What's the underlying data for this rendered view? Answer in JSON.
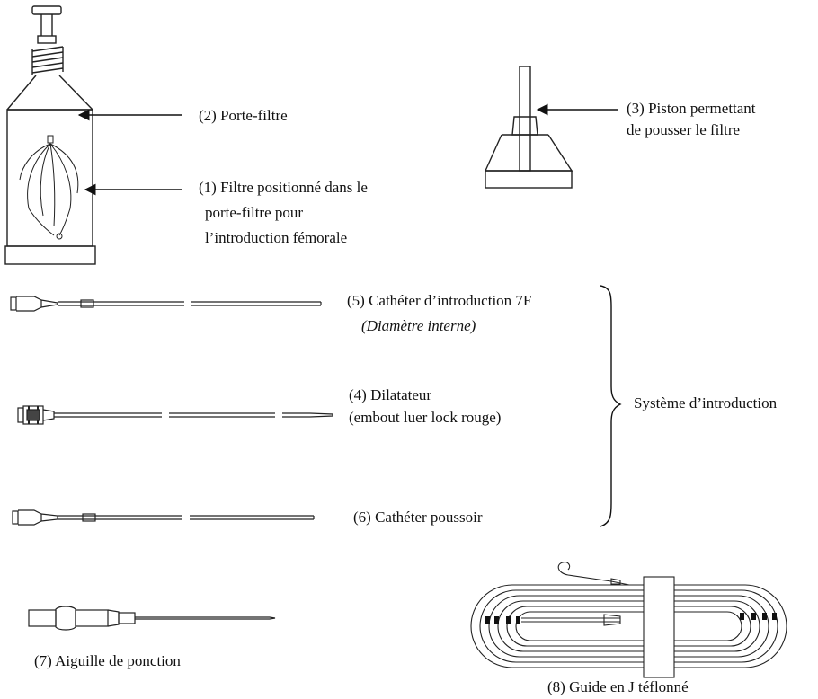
{
  "labels": {
    "porte_filtre": "(2) Porte-filtre",
    "filtre_line1": "(1) Filtre positionné dans le",
    "filtre_line2": "porte-filtre pour",
    "filtre_line3": "l’introduction fémorale",
    "piston_line1": "(3) Piston permettant",
    "piston_line2": "de pousser le filtre",
    "catheter_line1": "(5) Cathéter d’introduction 7F",
    "catheter_line2": "(Diamètre interne)",
    "dilatateur_line1": "(4) Dilatateur",
    "dilatateur_line2": "(embout luer lock rouge)",
    "poussoir": "(6) Cathéter poussoir",
    "systeme": "Système d’introduction",
    "aiguille": "(7) Aiguille de ponction",
    "guide": "(8) Guide en J téflonné"
  },
  "colors": {
    "line": "#222222",
    "background": "#ffffff"
  }
}
